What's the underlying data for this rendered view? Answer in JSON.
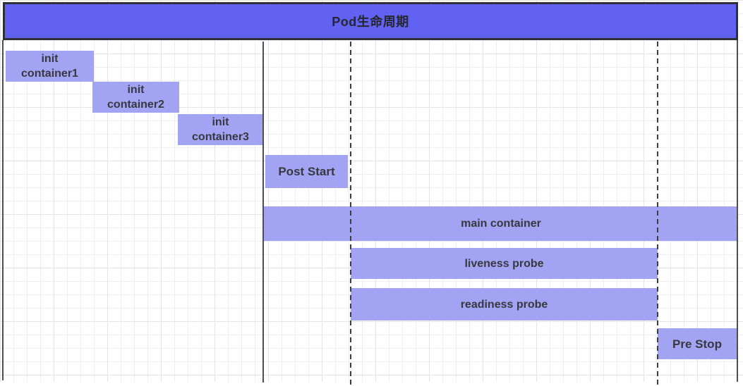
{
  "title": "Pod生命周期",
  "colors": {
    "title_fill": "#6262F2",
    "title_border": "#2F2F3A",
    "bar_fill": "#A2A3F3",
    "label_text": "#38383E",
    "line_solid": "#4D4D55",
    "line_dashed": "#3C3C42"
  },
  "bars": [
    {
      "label": "init\ncontainer1"
    },
    {
      "label": "init\ncontainer2"
    },
    {
      "label": "init\ncontainer3"
    },
    {
      "label": "Post Start"
    },
    {
      "label": "main container"
    },
    {
      "label": "liveness probe"
    },
    {
      "label": "readiness probe"
    },
    {
      "label": "Pre Stop"
    }
  ]
}
